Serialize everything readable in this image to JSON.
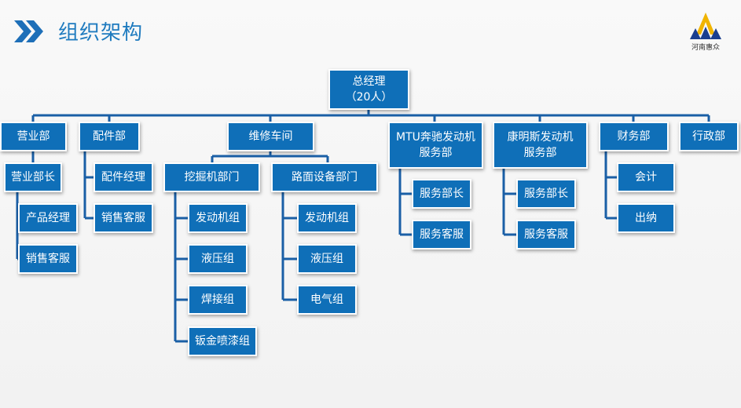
{
  "page": {
    "title": "组织架构"
  },
  "logo": {
    "text": "河南惠众"
  },
  "colors": {
    "node": "#0f6fb8",
    "line": "#1a5fa6",
    "title": "#1f7bbf",
    "chevron": "#1e6fb8"
  },
  "org": {
    "top": {
      "line1": "总经理",
      "line2": "（20人）"
    },
    "sales": {
      "label": "营业部",
      "manager": "营业部长",
      "items": [
        "产品经理",
        "销售客服"
      ]
    },
    "parts": {
      "label": "配件部",
      "items": [
        "配件经理",
        "销售客服"
      ]
    },
    "workshop": {
      "label": "维修车间",
      "excavator": {
        "label": "挖掘机部门",
        "items": [
          "发动机组",
          "液压组",
          "焊接组",
          "钣金喷漆组"
        ]
      },
      "road": {
        "label": "路面设备部门",
        "items": [
          "发动机组",
          "液压组",
          "电气组"
        ]
      }
    },
    "mtu": {
      "line1": "MTU奔驰发动机",
      "line2": "服务部",
      "items": [
        "服务部长",
        "服务客服"
      ]
    },
    "cummins": {
      "line1": "康明斯发动机",
      "line2": "服务部",
      "items": [
        "服务部长",
        "服务客服"
      ]
    },
    "finance": {
      "label": "财务部",
      "items": [
        "会计",
        "出纳"
      ]
    },
    "admin": {
      "label": "行政部"
    }
  }
}
